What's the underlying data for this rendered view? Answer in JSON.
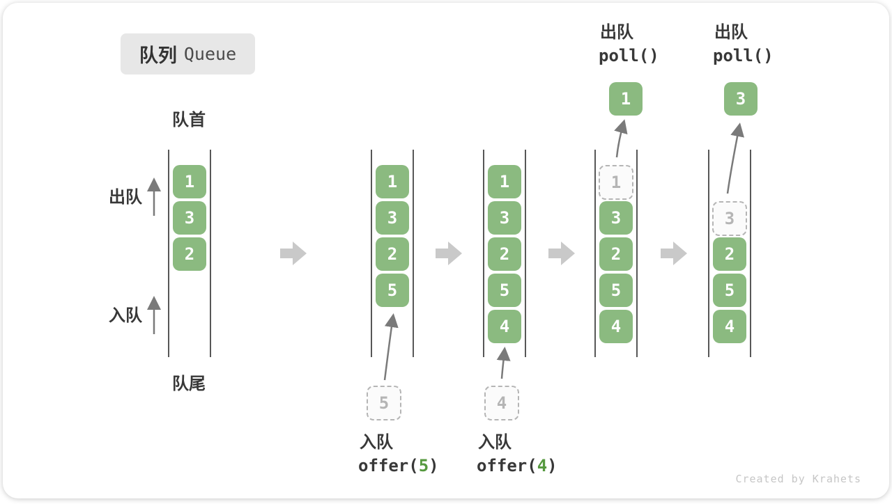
{
  "title": {
    "zh": "队列",
    "en": "Queue"
  },
  "labels": {
    "front": "队首",
    "rear": "队尾",
    "dequeue_side": "出队",
    "enqueue_side": "入队"
  },
  "queues": [
    {
      "items": [
        "1",
        "3",
        "2"
      ]
    },
    {
      "items": [
        "1",
        "3",
        "2",
        "5"
      ],
      "pending": "5"
    },
    {
      "items": [
        "1",
        "3",
        "2",
        "5",
        "4"
      ],
      "pending": "4"
    },
    {
      "ghost": "1",
      "items": [
        "3",
        "2",
        "5",
        "4"
      ],
      "popped": "1"
    },
    {
      "ghost": "3",
      "items": [
        "2",
        "5",
        "4"
      ],
      "popped": "3"
    }
  ],
  "operations": {
    "enqueue_5": {
      "label": "入队",
      "fn_open": "offer(",
      "arg": "5",
      "fn_close": ")"
    },
    "enqueue_4": {
      "label": "入队",
      "fn_open": "offer(",
      "arg": "4",
      "fn_close": ")"
    },
    "dequeue_1": {
      "label": "出队",
      "code": "poll()"
    },
    "dequeue_2": {
      "label": "出队",
      "code": "poll()"
    }
  },
  "watermark": "Created by Krahets",
  "colors": {
    "item_green": "#8BBA80",
    "code_arg_green": "#56993F",
    "text_dark": "#383838",
    "thin_arrow_gray": "#7A7A7A",
    "flow_arrow_gray": "#C9C9C9",
    "ghost_gray": "#B5B5B5",
    "badge_bg": "#E7E7E7"
  },
  "icons": {
    "flow_arrow": "block-right-arrow",
    "up_arrow": "thin-up-arrow",
    "transfer_arrow": "curved-thin-arrow"
  }
}
